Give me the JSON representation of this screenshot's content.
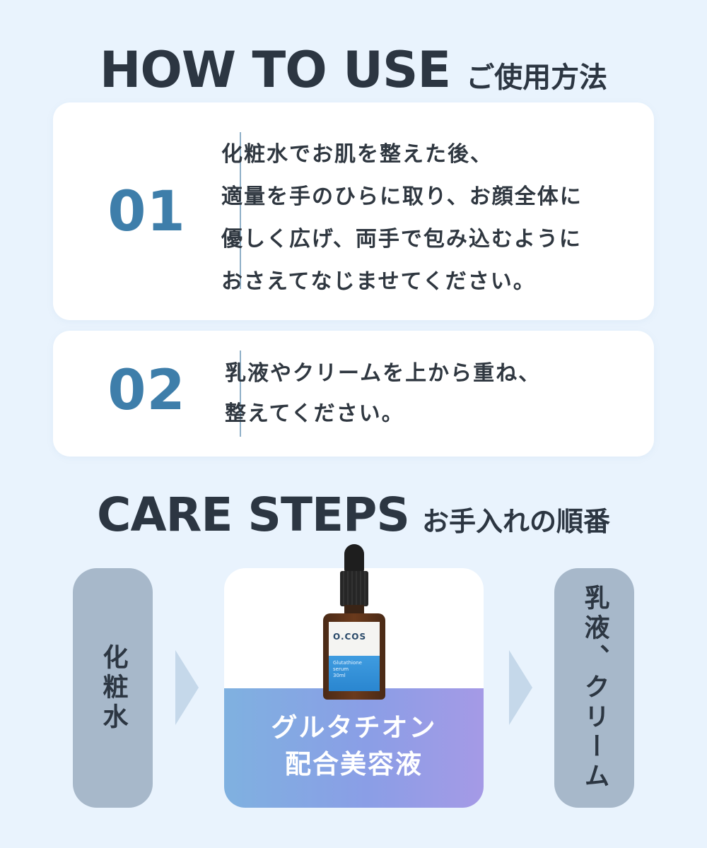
{
  "how_to_use": {
    "title_en": "HOW TO USE",
    "title_jp": "ご使用方法",
    "steps": [
      {
        "number": "01",
        "lines": [
          "化粧水でお肌を整えた後、",
          "適量を手のひらに取り、お顔全体に",
          "優しく広げ、両手で包み込むように",
          "おさえてなじませてください。"
        ]
      },
      {
        "number": "02",
        "lines": [
          "乳液やクリームを上から重ね、",
          "整えてください。"
        ]
      }
    ]
  },
  "care_steps": {
    "title_en": "CARE STEPS",
    "title_jp": "お手入れの順番",
    "step_left": "化粧水",
    "step_center_line1": "グルタチオン",
    "step_center_line2": "配合美容液",
    "step_right": "乳液、クリーム",
    "product": {
      "brand": "O.COS",
      "name_line1": "Glutathione",
      "name_line2": "serum",
      "name_line3": "30ml"
    }
  },
  "colors": {
    "background": "#e9f3fd",
    "accent_number": "#3e7eaa",
    "side_box": "#a7b8ca",
    "gradient_start": "#7fb1e0",
    "gradient_end": "#a59ae6"
  }
}
